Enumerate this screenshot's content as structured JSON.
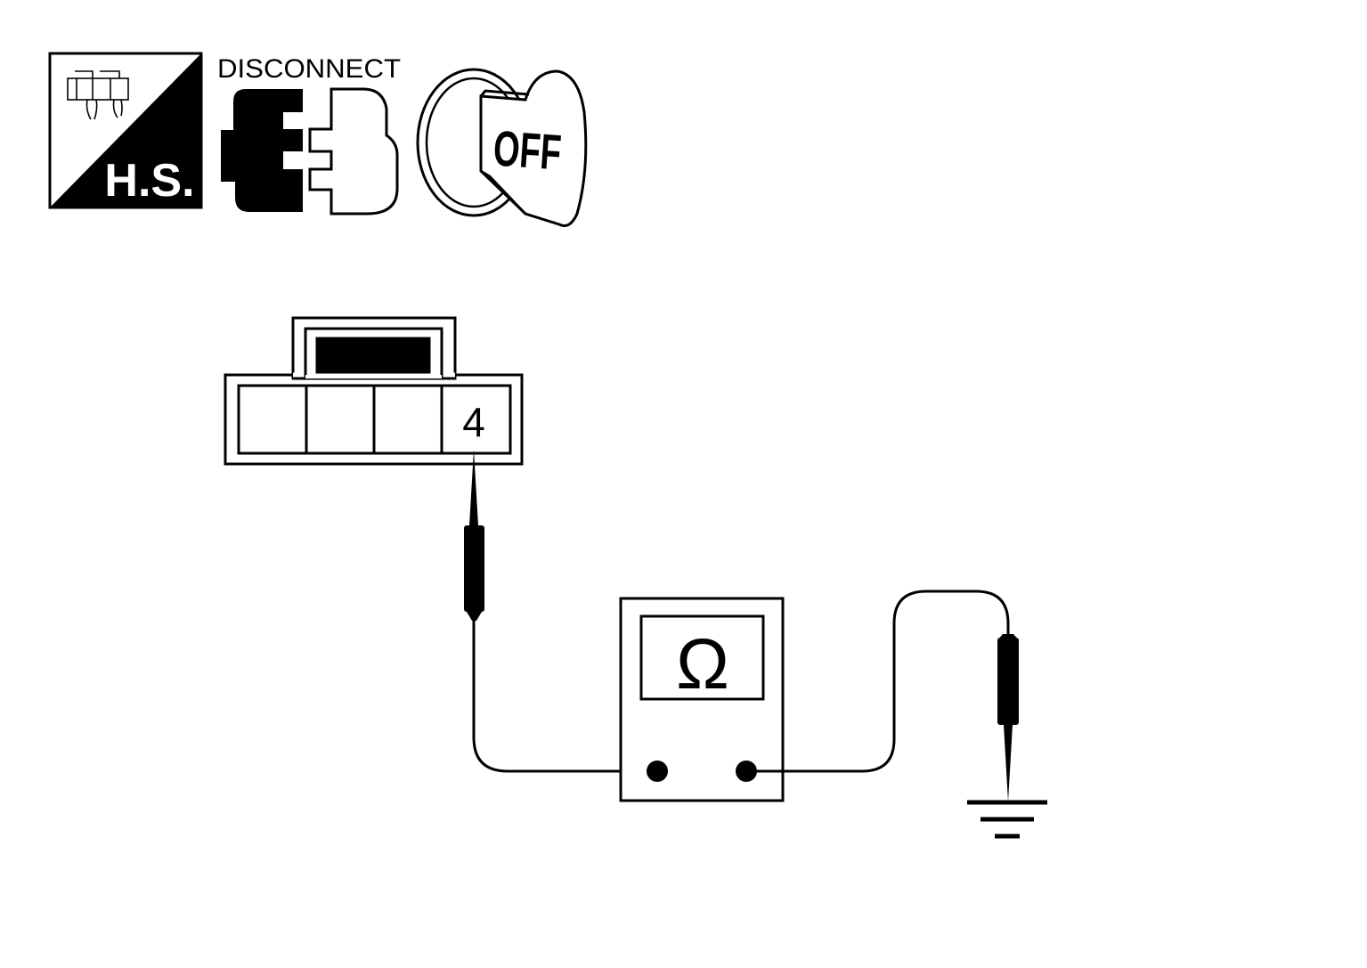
{
  "header_icons": {
    "hs_label": "H.S.",
    "disconnect_label": "DISCONNECT",
    "ignition_label": "OFF"
  },
  "connector": {
    "terminal_label": "4"
  },
  "meter": {
    "unit_symbol": "Ω"
  },
  "colors": {
    "ink": "#000000",
    "paper": "#ffffff"
  }
}
